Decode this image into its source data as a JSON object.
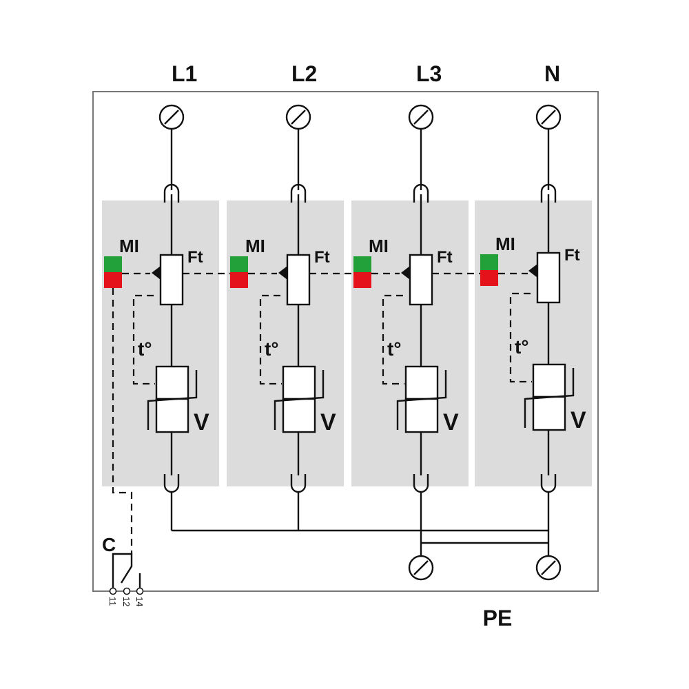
{
  "poles": [
    {
      "terminal_label": "L1",
      "indicator_label": "MI",
      "fuse_label": "Ft",
      "thermal_label": "t°",
      "varistor_label": "V"
    },
    {
      "terminal_label": "L2",
      "indicator_label": "MI",
      "fuse_label": "Ft",
      "thermal_label": "t°",
      "varistor_label": "V"
    },
    {
      "terminal_label": "L3",
      "indicator_label": "MI",
      "fuse_label": "Ft",
      "thermal_label": "t°",
      "varistor_label": "V"
    },
    {
      "terminal_label": "N",
      "indicator_label": "MI",
      "fuse_label": "Ft",
      "thermal_label": "t°",
      "varistor_label": "V"
    }
  ],
  "ground_label": "PE",
  "contact": {
    "label": "C",
    "terminals": [
      "11",
      "12",
      "14"
    ]
  },
  "colors": {
    "module_fill": "#dcdcdc",
    "indicator_ok": "#22a03a",
    "indicator_fault": "#e3121b",
    "line": "#111111"
  },
  "icons": {
    "terminal": "screw-terminal-icon",
    "plug": "plug-contact-icon",
    "fuse": "thermal-fuse-icon",
    "varistor": "varistor-icon"
  }
}
